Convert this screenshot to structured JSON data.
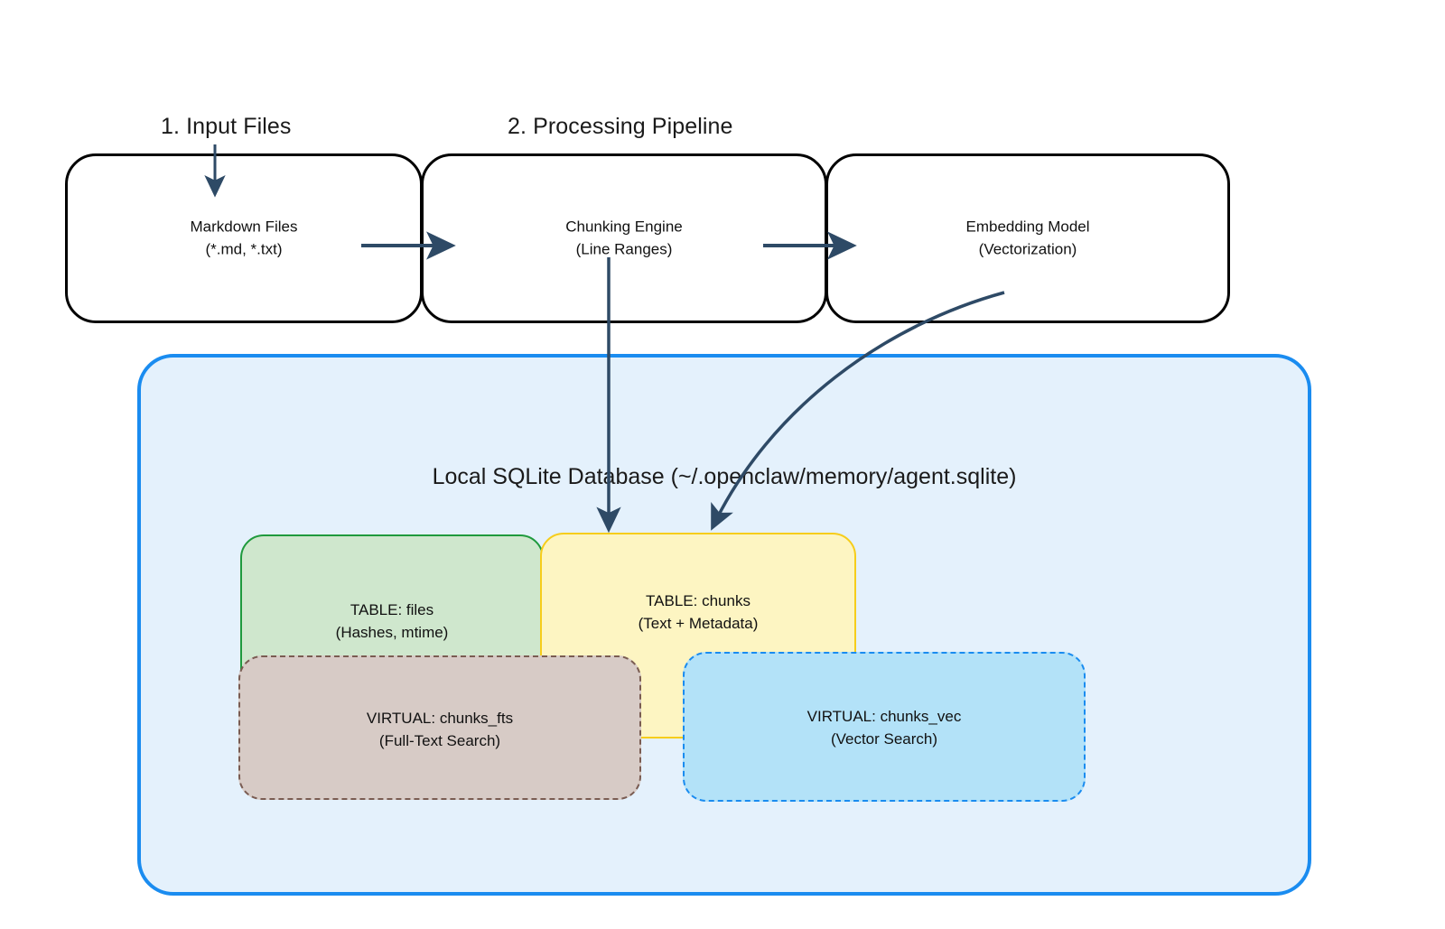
{
  "diagram": {
    "sections": [
      {
        "id": "input-files",
        "label": "1. Input Files"
      },
      {
        "id": "processing-pipeline",
        "label": "2. Processing Pipeline"
      }
    ],
    "pipeline_boxes": [
      {
        "id": "markdown-files",
        "label": "Markdown Files\n(*.md, *.txt)"
      },
      {
        "id": "chunking-engine",
        "label": "Chunking Engine\n(Line Ranges)"
      },
      {
        "id": "embedding-model",
        "label": "Embedding Model\n(Vectorization)"
      }
    ],
    "database": {
      "caption": "Local SQLite Database (~/.openclaw/memory/agent.sqlite)",
      "border_color": "#1a8cf0",
      "fill_color": "#e4f1fc",
      "tables": [
        {
          "id": "table-files",
          "label": "TABLE: files\n(Hashes, mtime)",
          "fill": "#cfe7cd",
          "stroke": "#1f9a3d",
          "style": "solid"
        },
        {
          "id": "table-chunks",
          "label": "TABLE: chunks\n(Text + Metadata)",
          "fill": "#fdf5c2",
          "stroke": "#f6cd1b",
          "style": "solid"
        },
        {
          "id": "virtual-chunks-fts",
          "label": "VIRTUAL: chunks_fts\n(Full-Text Search)",
          "fill": "#d7cbc6",
          "stroke": "#7a5c52",
          "style": "dashed"
        },
        {
          "id": "virtual-chunks-vec",
          "label": "VIRTUAL: chunks_vec\n(Vector Search)",
          "fill": "#b3e2f8",
          "stroke": "#1a8cf0",
          "style": "dashed"
        }
      ]
    },
    "connectors": {
      "stroke_color": "#2e4a66",
      "arrows": [
        {
          "id": "arrow-into-markdown",
          "kind": "vertical-down"
        },
        {
          "id": "arrow-markdown-to-chunking",
          "kind": "horizontal-right"
        },
        {
          "id": "arrow-chunking-to-embedding",
          "kind": "horizontal-right"
        },
        {
          "id": "arrow-chunking-to-table-chunks",
          "kind": "vertical-down"
        },
        {
          "id": "arrow-embedding-to-table-chunks",
          "kind": "curved"
        }
      ]
    }
  }
}
